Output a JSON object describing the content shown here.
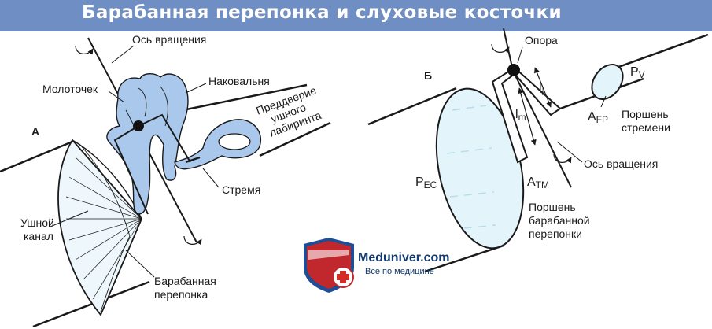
{
  "title": "Барабанная перепонка и слуховые косточки",
  "panel_a": {
    "letter": "А",
    "rotation_axis": "Ось вращения",
    "malleus": "Молоточек",
    "incus": "Наковальня",
    "vestibule_line1": "Преддверие",
    "vestibule_line2": "ушного",
    "vestibule_line3": "лабиринта",
    "stapes": "Стремя",
    "ear_canal_line1": "Ушной",
    "ear_canal_line2": "канал",
    "eardrum_line1": "Барабанная",
    "eardrum_line2": "перепонка"
  },
  "panel_b": {
    "letter": "Б",
    "fulcrum": "Опора",
    "p_ec_main": "P",
    "p_ec_sub": "EC",
    "a_tm_main": "A",
    "a_tm_sub": "TM",
    "l_m_main": "l",
    "l_m_sub": "m",
    "l_i_main": "l",
    "l_i_sub": "i",
    "p_v_main": "P",
    "p_v_sub": "V",
    "a_fp_main": "A",
    "a_fp_sub": "FP",
    "stapes_piston_line1": "Поршень",
    "stapes_piston_line2": "стремени",
    "rotation_axis": "Ось вращения",
    "tm_piston_line1": "Поршень",
    "tm_piston_line2": "барабанной",
    "tm_piston_line3": "перепонки"
  },
  "logo": {
    "name": "Meduniver.com",
    "tagline": "Все по медицине"
  },
  "colors": {
    "title_bar": "#6f8fc4",
    "ossicle_fill": "#a9c8ec",
    "piston_fill": "#e3f4fb",
    "logo_shield": "#c0282d"
  }
}
